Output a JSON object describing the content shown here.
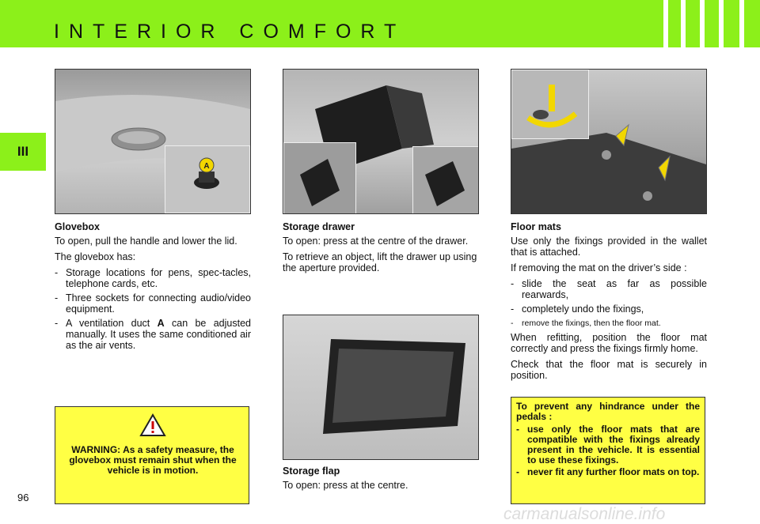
{
  "header": {
    "title": "INTERIOR COMFORT",
    "chapter": "III",
    "accent": "#8cf01a"
  },
  "page_number": "96",
  "glovebox": {
    "heading": "Glovebox",
    "p1": "To open, pull the handle and lower the lid.",
    "p2": "The glovebox has:",
    "items": [
      "Storage locations for pens, spec-tacles, telephone cards, etc.",
      "Three sockets for connecting audio/video equipment."
    ],
    "item3_pre": "A ventilation duct ",
    "item3_bold": "A",
    "item3_post": " can be adjusted manually. It uses the same conditioned air as the air vents.",
    "inset_label": "A"
  },
  "warning": {
    "icon": "warning-triangle-icon",
    "text": "WARNING: As a safety measure, the glovebox must remain shut when the vehicle is in motion.",
    "color": "#ffff44"
  },
  "storage_drawer": {
    "heading": "Storage drawer",
    "p1": "To open: press at the centre of the drawer.",
    "p2": "To retrieve an object, lift the drawer up using the aperture provided."
  },
  "storage_flap": {
    "heading": "Storage flap",
    "p1": "To open: press at the centre."
  },
  "floor_mats": {
    "heading": "Floor mats",
    "p1": "Use only the fixings provided in the wallet that is attached.",
    "p2": "If removing the mat on the driver’s side :",
    "items": [
      "slide the seat as far as possible rearwards,",
      "completely undo the fixings,"
    ],
    "item3": "remove the fixings, then the floor mat.",
    "p3": "When refitting, position the floor mat correctly and press the fixings firmly home.",
    "p4": "Check that the floor mat is securely in position."
  },
  "pedal_box": {
    "intro": "To prevent any hindrance under the pedals :",
    "items": [
      "use only the floor mats that are compatible with the fixings already present in the vehicle. It is essential to use these fixings.",
      "never fit any further floor mats on top."
    ]
  },
  "watermark": "carmanualsonline.info"
}
